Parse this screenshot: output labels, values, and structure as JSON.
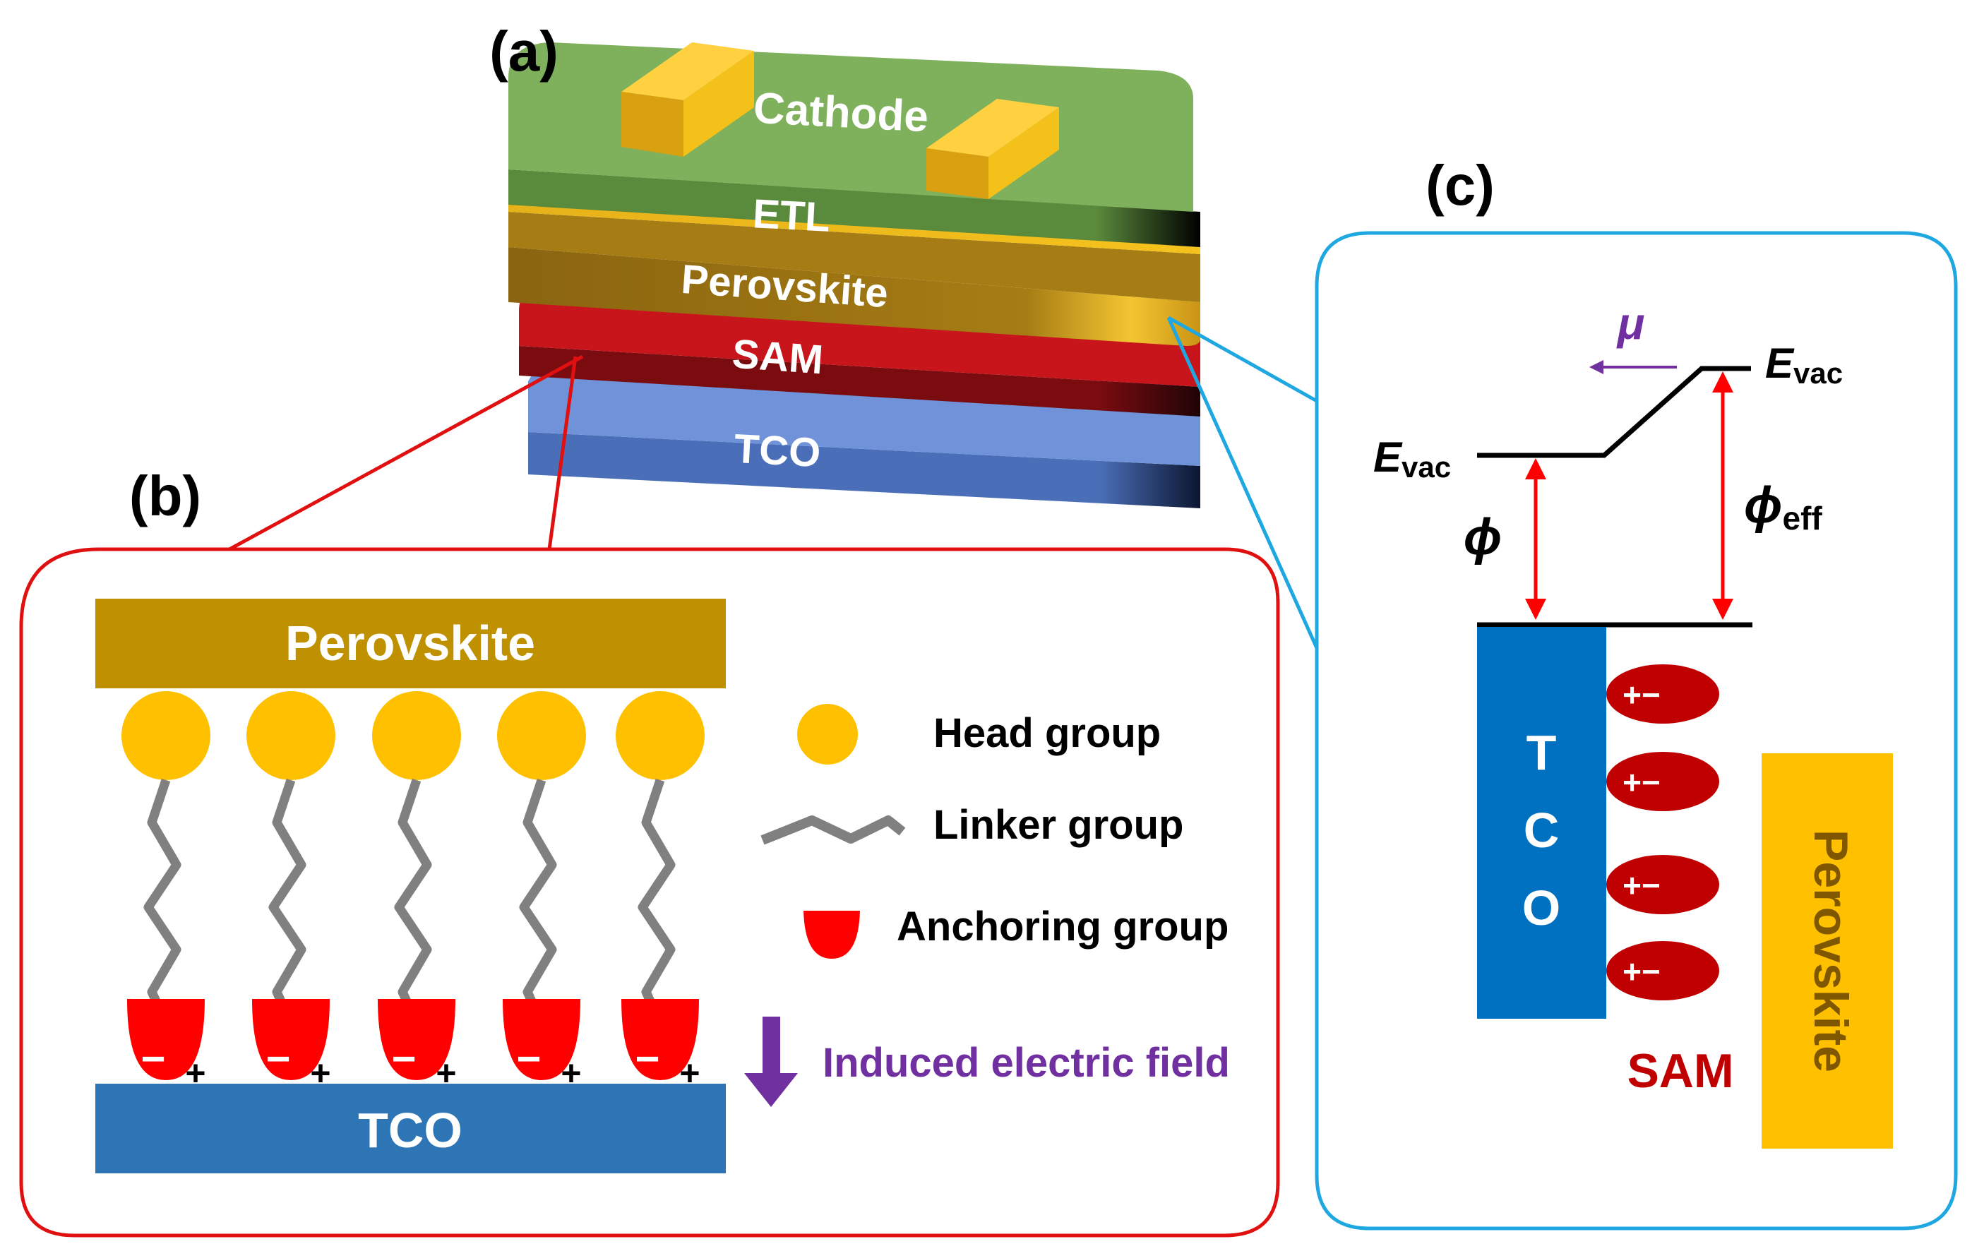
{
  "panel_labels": {
    "a": "(a)",
    "b": "(b)",
    "c": "(c)"
  },
  "device_stack": {
    "layers": {
      "cathode": "Cathode",
      "etl": "ETL",
      "perovskite": "Perovskite",
      "sam": "SAM",
      "tco": "TCO"
    },
    "colors": {
      "cathode": "#7fb05c",
      "contacts": "#f3c11a",
      "perovskite": "#d8a41a",
      "sam": "#c8141b",
      "tco": "#6f92d8"
    }
  },
  "sam_structure": {
    "top_layer": "Perovskite",
    "bottom_layer": "TCO",
    "molecule_count": 5,
    "charges": {
      "minus": "−",
      "plus": "+"
    },
    "legend": {
      "head": "Head group",
      "linker": "Linker group",
      "anchor": "Anchoring group",
      "field": "Induced electric field"
    },
    "colors": {
      "perovskite_bar": "#bf9000",
      "tco_bar": "#2e75b6",
      "head": "#ffc000",
      "linker": "#808080",
      "anchor": "#ff0000",
      "field_arrow": "#7030a0",
      "frame": "#e01010"
    }
  },
  "energy_diagram": {
    "evac_symbol": "E",
    "evac_subscript": "vac",
    "phi": "ϕ",
    "phi_eff_symbol": "ϕ",
    "phi_eff_subscript": "eff",
    "mu": "μ",
    "tco_letters": [
      "T",
      "C",
      "O"
    ],
    "dipole_label": "+−",
    "dipole_count": 4,
    "sam_label": "SAM",
    "perovskite_label": "Perovskite",
    "colors": {
      "frame": "#1ea7e0",
      "tco": "#0070c0",
      "dipole": "#c00000",
      "perovskite": "#ffc000",
      "arrow": "#ff0000",
      "mu": "#7030a0"
    }
  }
}
